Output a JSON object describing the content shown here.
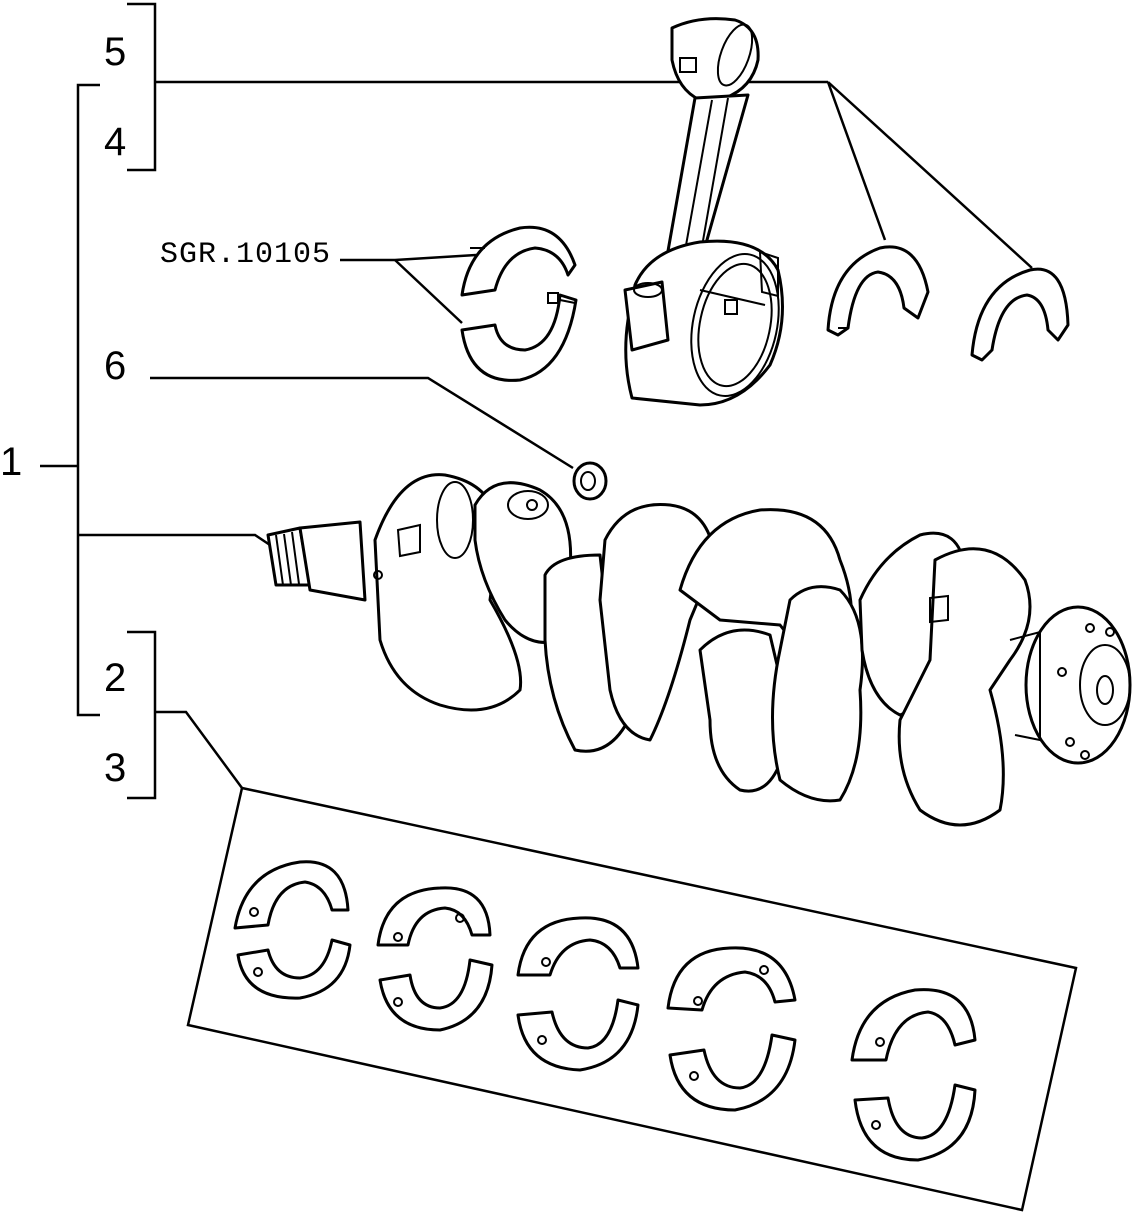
{
  "labels": {
    "item_1": "1",
    "item_2": "2",
    "item_3": "3",
    "item_4": "4",
    "item_5": "5",
    "item_6": "6",
    "ref_code": "SGR.10105"
  }
}
